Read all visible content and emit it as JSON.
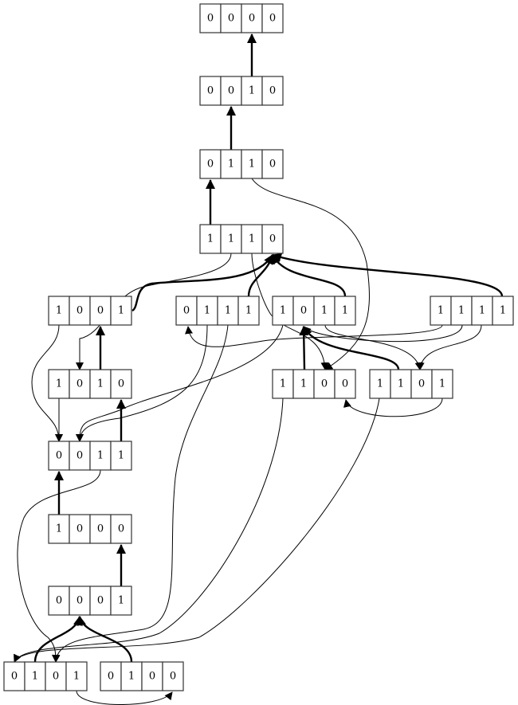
{
  "nodes": [
    {
      "id": "A",
      "bits": [
        "0",
        "0",
        "0",
        "0"
      ]
    },
    {
      "id": "B",
      "bits": [
        "0",
        "0",
        "1",
        "0"
      ]
    },
    {
      "id": "C",
      "bits": [
        "0",
        "1",
        "1",
        "0"
      ]
    },
    {
      "id": "D",
      "bits": [
        "1",
        "1",
        "1",
        "0"
      ]
    },
    {
      "id": "E",
      "bits": [
        "1",
        "0",
        "0",
        "1"
      ]
    },
    {
      "id": "F",
      "bits": [
        "0",
        "1",
        "1",
        "1"
      ]
    },
    {
      "id": "G",
      "bits": [
        "1",
        "0",
        "1",
        "1"
      ]
    },
    {
      "id": "H",
      "bits": [
        "1",
        "1",
        "1",
        "1"
      ]
    },
    {
      "id": "I",
      "bits": [
        "1",
        "0",
        "1",
        "0"
      ]
    },
    {
      "id": "J",
      "bits": [
        "1",
        "1",
        "0",
        "0"
      ]
    },
    {
      "id": "K",
      "bits": [
        "1",
        "1",
        "0",
        "1"
      ]
    },
    {
      "id": "L",
      "bits": [
        "0",
        "0",
        "1",
        "1"
      ]
    },
    {
      "id": "M",
      "bits": [
        "1",
        "0",
        "0",
        "0"
      ]
    },
    {
      "id": "N",
      "bits": [
        "0",
        "0",
        "0",
        "1"
      ]
    },
    {
      "id": "O",
      "bits": [
        "0",
        "1",
        "0",
        "1"
      ]
    },
    {
      "id": "P",
      "bits": [
        "0",
        "1",
        "0",
        "0"
      ]
    }
  ],
  "edges": [
    {
      "from": "B",
      "to": "A",
      "bold": true
    },
    {
      "from": "C",
      "to": "B",
      "bold": true
    },
    {
      "from": "D",
      "to": "C",
      "bold": true
    },
    {
      "from": "E",
      "to": "D",
      "bold": true
    },
    {
      "from": "F",
      "to": "D",
      "bold": true
    },
    {
      "from": "G",
      "to": "D",
      "bold": true
    },
    {
      "from": "H",
      "to": "D",
      "bold": true
    },
    {
      "from": "I",
      "to": "E",
      "bold": true
    },
    {
      "from": "L",
      "to": "I",
      "bold": true
    },
    {
      "from": "M",
      "to": "L",
      "bold": true
    },
    {
      "from": "N",
      "to": "M",
      "bold": true
    },
    {
      "from": "O",
      "to": "N",
      "bold": true
    },
    {
      "from": "P",
      "to": "N",
      "bold": true
    },
    {
      "from": "J",
      "to": "G",
      "bold": true
    },
    {
      "from": "K",
      "to": "G",
      "bold": true
    },
    {
      "from": "D",
      "to": "I",
      "bold": false
    },
    {
      "from": "D",
      "to": "J",
      "bold": false
    },
    {
      "from": "C",
      "to": "J",
      "bold": false
    },
    {
      "from": "G",
      "to": "K",
      "bold": false
    },
    {
      "from": "H",
      "to": "K",
      "bold": false
    },
    {
      "from": "H",
      "to": "F",
      "bold": false
    },
    {
      "from": "H",
      "to": "G",
      "bold": false
    },
    {
      "from": "E",
      "to": "L",
      "bold": false
    },
    {
      "from": "I",
      "to": "L",
      "bold": false
    },
    {
      "from": "G",
      "to": "L",
      "bold": false
    },
    {
      "from": "F",
      "to": "L",
      "bold": false
    },
    {
      "from": "F",
      "to": "O",
      "bold": false
    },
    {
      "from": "J",
      "to": "O",
      "bold": false
    },
    {
      "from": "K",
      "to": "O",
      "bold": false
    },
    {
      "from": "L",
      "to": "O",
      "bold": false
    },
    {
      "from": "K",
      "to": "J",
      "bold": false
    },
    {
      "from": "O",
      "to": "P",
      "bold": false
    }
  ]
}
